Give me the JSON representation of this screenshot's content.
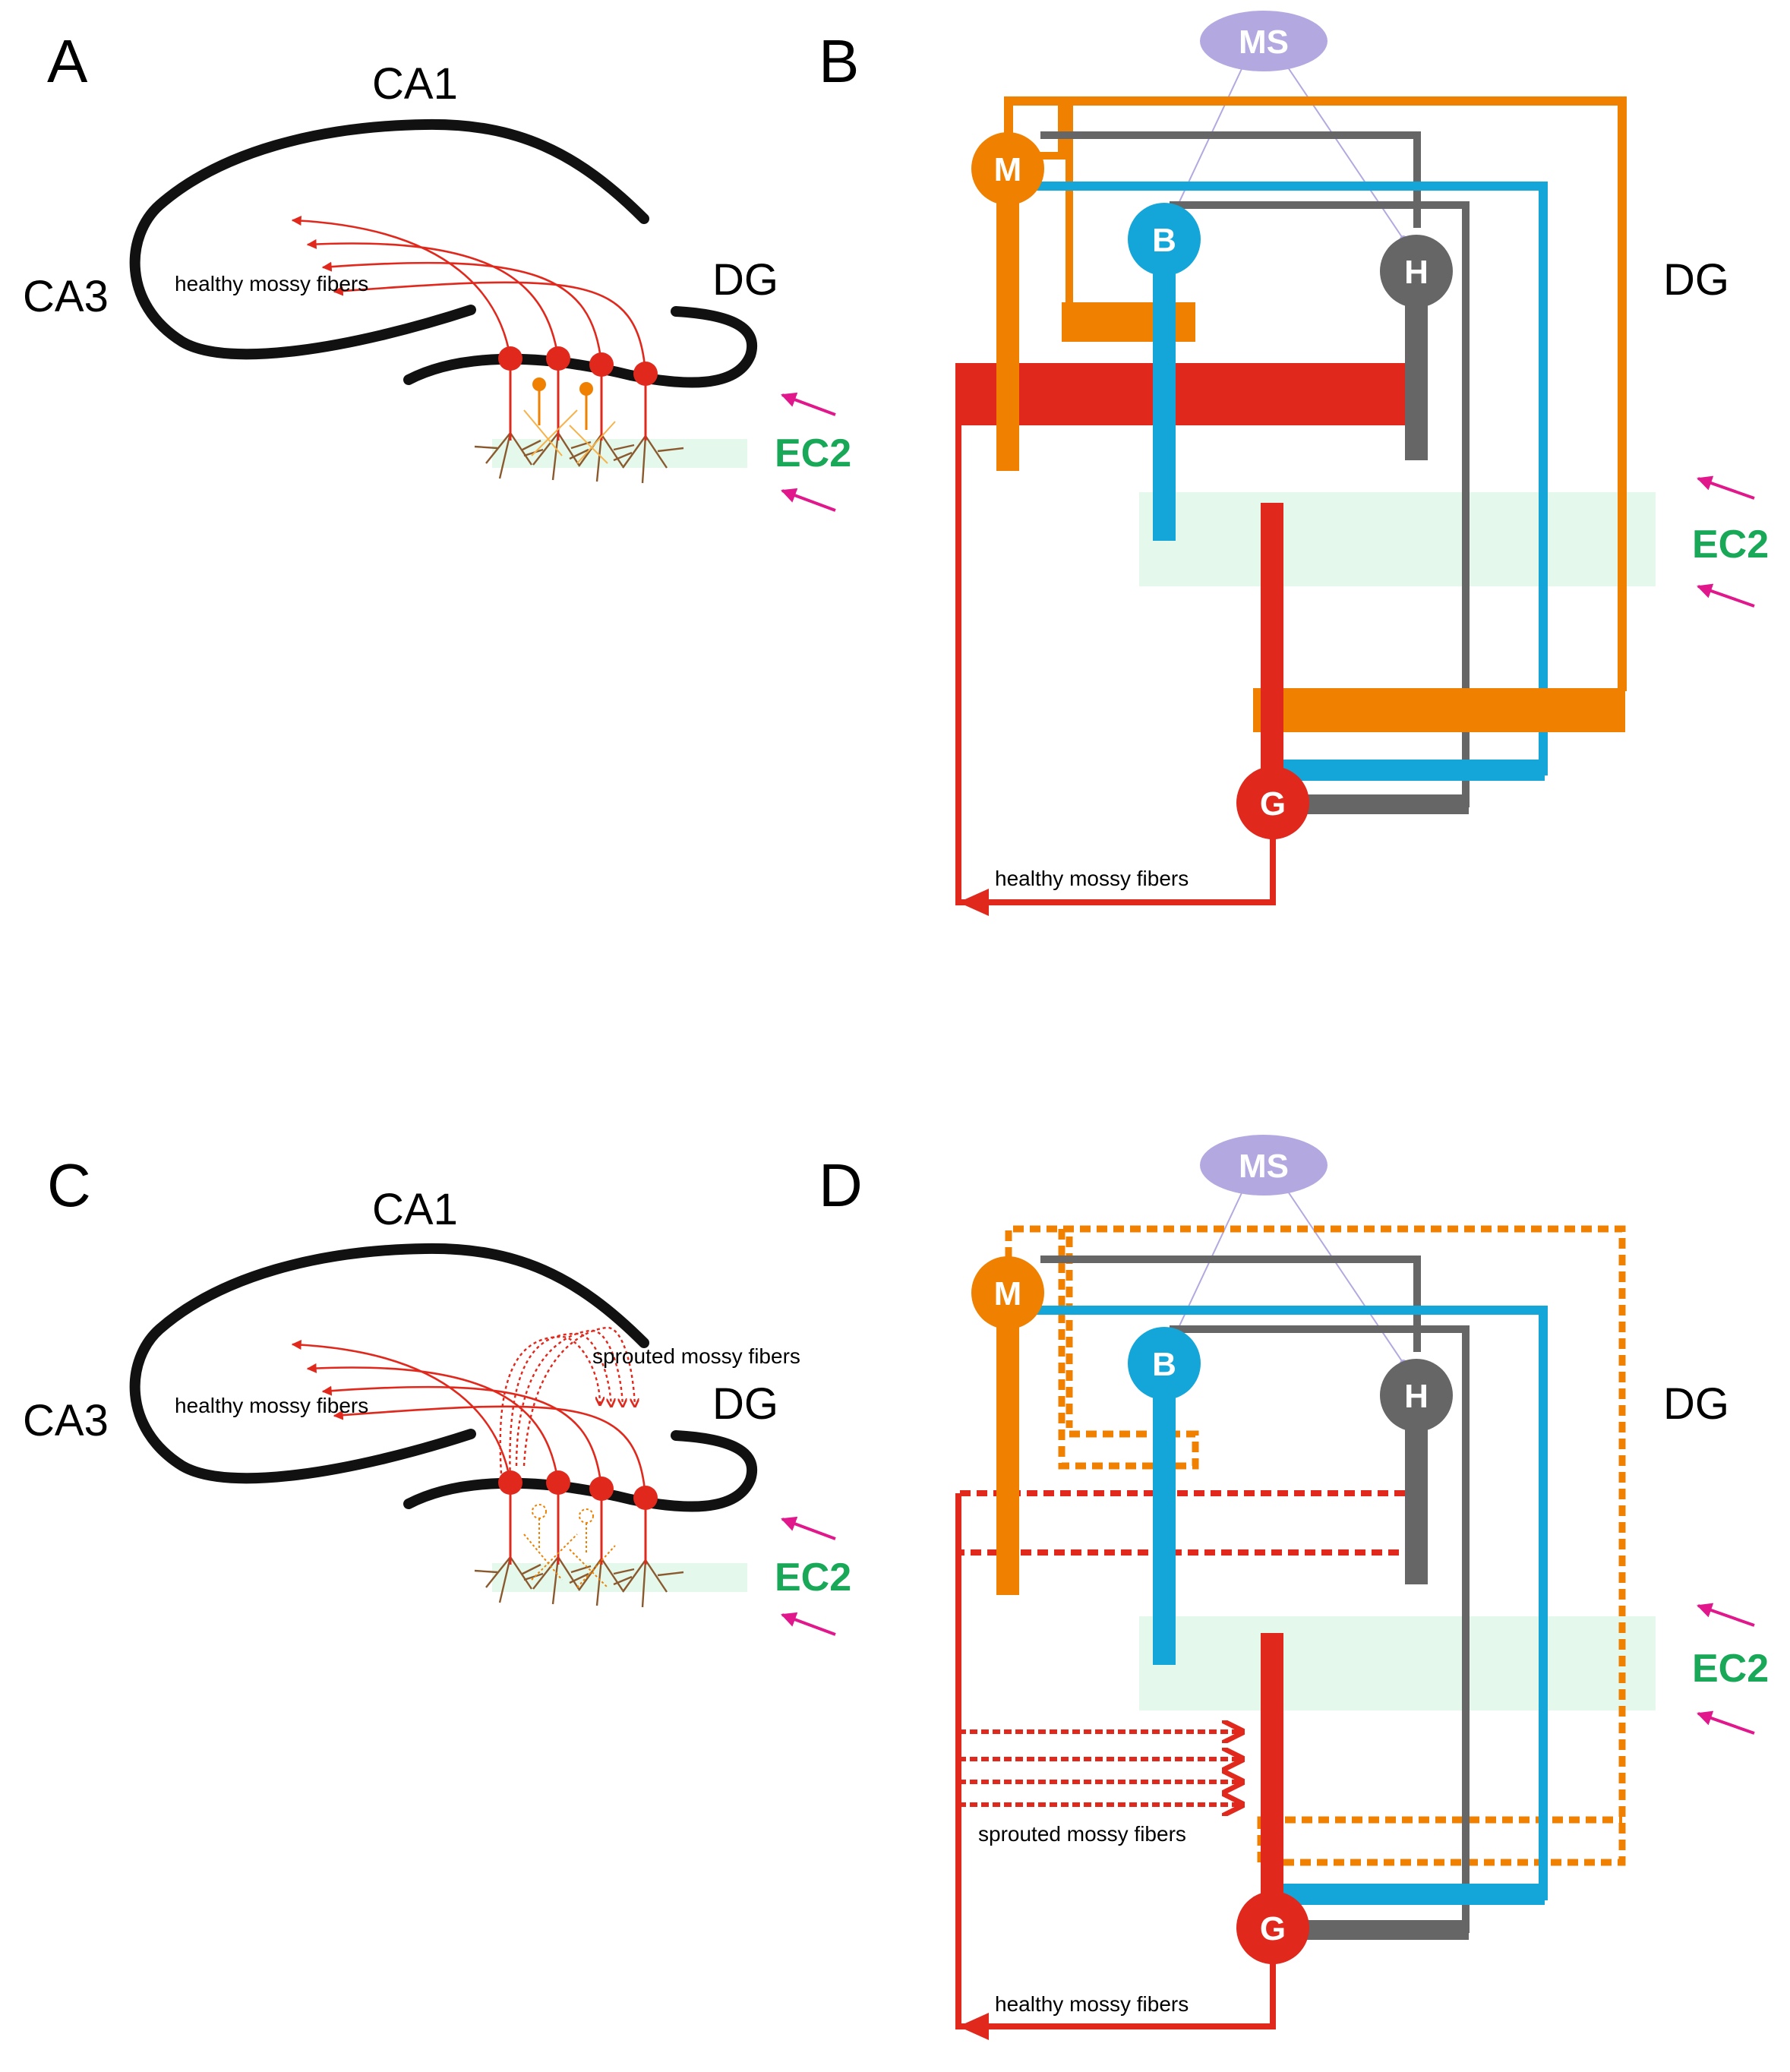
{
  "panels": {
    "A": {
      "letter": "A",
      "ca1": "CA1",
      "ca3": "CA3",
      "dg": "DG",
      "ec2": "EC2",
      "fibers": "healthy mossy fibers"
    },
    "B": {
      "letter": "B",
      "ms": "MS",
      "m": "M",
      "b": "B",
      "h": "H",
      "g": "G",
      "dg": "DG",
      "ec2": "EC2",
      "fibers": "healthy mossy fibers"
    },
    "C": {
      "letter": "C",
      "ca1": "CA1",
      "ca3": "CA3",
      "dg": "DG",
      "ec2": "EC2",
      "fibers": "healthy mossy fibers",
      "sprouted": "sprouted mossy fibers"
    },
    "D": {
      "letter": "D",
      "ms": "MS",
      "m": "M",
      "b": "B",
      "h": "H",
      "g": "G",
      "dg": "DG",
      "ec2": "EC2",
      "fibers": "healthy mossy fibers",
      "sprouted": "sprouted mossy fibers"
    }
  },
  "colors": {
    "granule": "#e0281c",
    "mossy": "#f08000",
    "basket": "#14a6d8",
    "hipp": "#666666",
    "ms": "#b3a8e0",
    "ec2_band": "#e4f8ec",
    "ec2_text": "#18a858",
    "arrow": "#e0188c",
    "outline": "#111111",
    "dendrite": "#8a5a2e"
  }
}
